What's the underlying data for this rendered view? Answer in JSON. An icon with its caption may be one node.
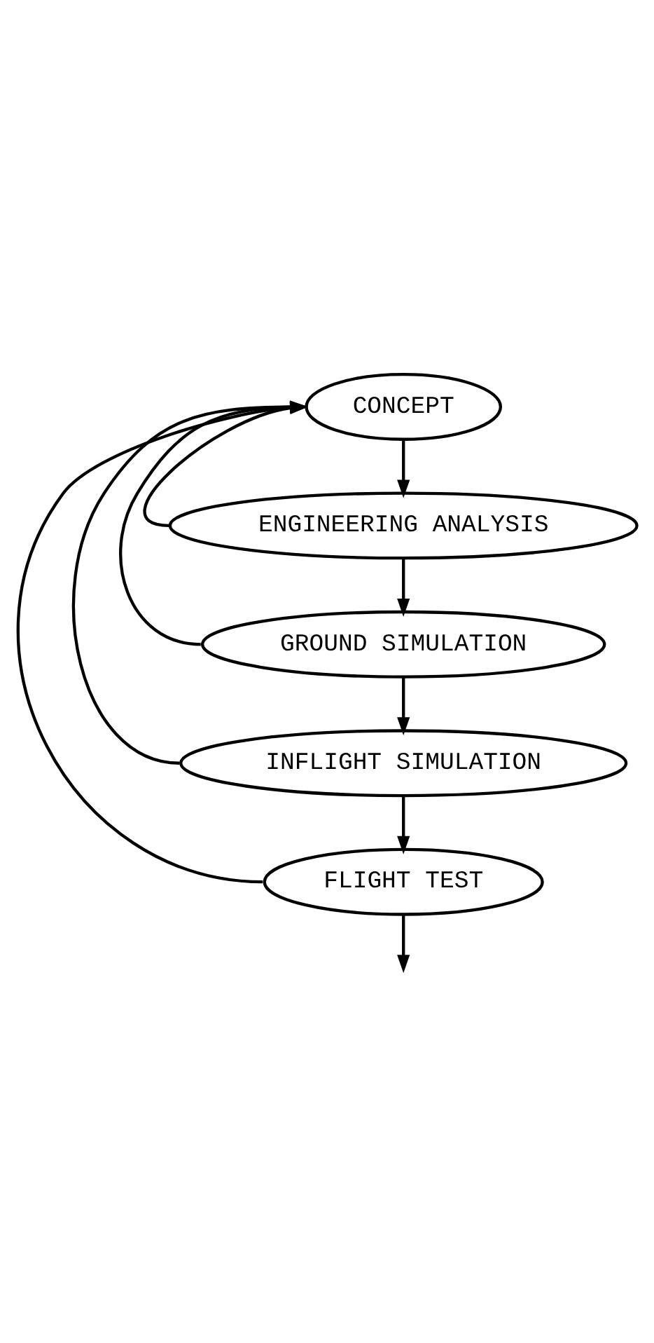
{
  "diagram": {
    "nodes": [
      {
        "text": [
          "CONCEPT"
        ]
      },
      {
        "text": [
          "ENGINEERING ANALYSIS"
        ]
      },
      {
        "text": [
          "GROUND SIMULATION"
        ]
      },
      {
        "text": [
          "INFLIGHT SIMULATION"
        ]
      },
      {
        "text": [
          "FLIGHT TEST"
        ]
      }
    ],
    "edges": [
      {
        "from": 0,
        "to": 1,
        "arrow": "to"
      },
      {
        "from": 1,
        "to": 2,
        "arrow": "to"
      },
      {
        "from": 2,
        "to": 3,
        "arrow": "to"
      },
      {
        "from": 3,
        "to": 4,
        "arrow": "to"
      },
      {
        "from": 4,
        "to": null,
        "arrow": "to"
      },
      {
        "from": 1,
        "to": 0,
        "arrow": "to"
      },
      {
        "from": 2,
        "to": 0,
        "arrow": "to"
      },
      {
        "from": 3,
        "to": 0,
        "arrow": "to"
      },
      {
        "from": 4,
        "to": 0,
        "arrow": "to"
      }
    ]
  }
}
